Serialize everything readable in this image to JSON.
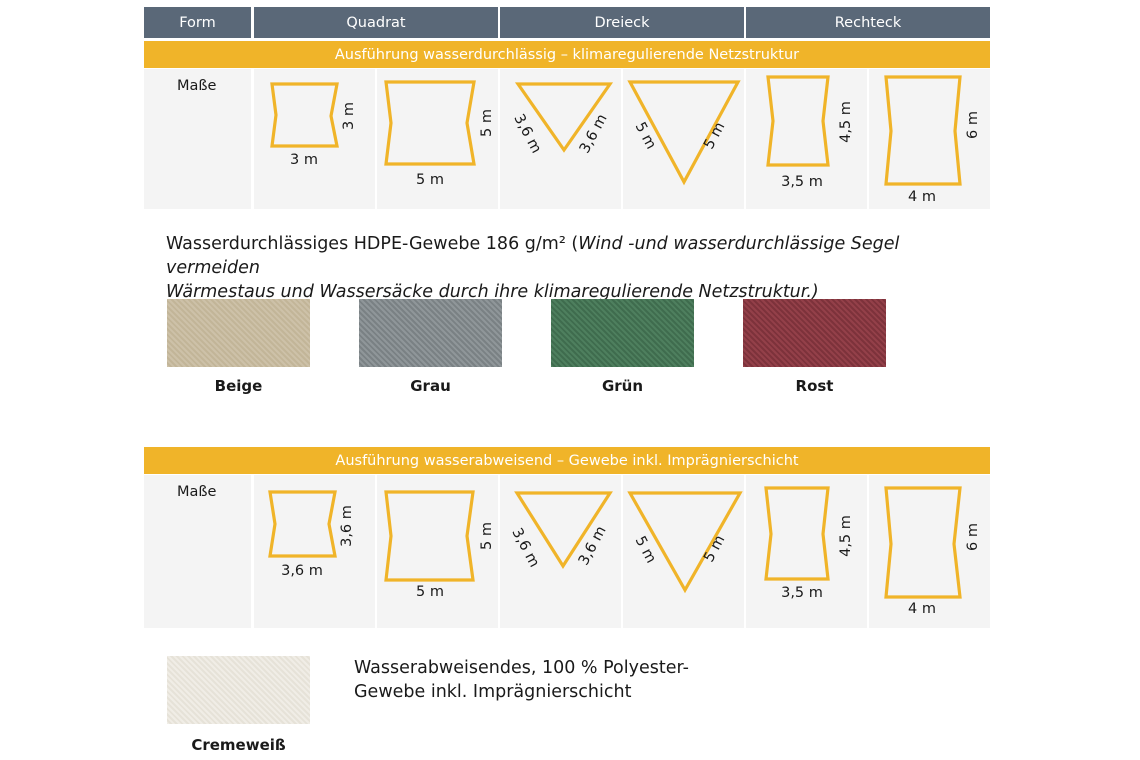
{
  "header": {
    "form": "Form",
    "quadrat": "Quadrat",
    "dreieck": "Dreieck",
    "rechteck": "Rechteck"
  },
  "section1": {
    "band": "Ausführung wasserdurchlässig – klimaregulierende Netzstruktur",
    "masse": "Maße",
    "dims": {
      "q1_side": "3 m",
      "q1_bottom": "3 m",
      "q2_side": "5 m",
      "q2_bottom": "5 m",
      "d1_left": "3,6 m",
      "d1_right": "3,6 m",
      "d2_left": "5 m",
      "d2_right": "5 m",
      "r1_side": "4,5 m",
      "r1_bottom": "3,5 m",
      "r2_side": "6 m",
      "r2_bottom": "4 m"
    },
    "description_normal": "Wasserdurchlässiges HDPE-Gewebe 186 g/m² (",
    "description_italic": "Wind -und wasserdurchlässige Segel vermeiden",
    "description_line2": "Wärmestaus und Wassersäcke durch ihre klimaregulierende Netzstruktur.)",
    "swatches": [
      {
        "label": "Beige",
        "color": "#cbbfa6"
      },
      {
        "label": "Grau",
        "color": "#8b9295"
      },
      {
        "label": "Grün",
        "color": "#4a7a5a"
      },
      {
        "label": "Rost",
        "color": "#8e3a44"
      }
    ]
  },
  "section2": {
    "band": "Ausführung wasserabweisend – Gewebe inkl. Imprägnierschicht",
    "masse": "Maße",
    "dims": {
      "q1_side": "3,6 m",
      "q1_bottom": "3,6 m",
      "q2_side": "5 m",
      "q2_bottom": "5 m",
      "d1_left": "3,6 m",
      "d1_right": "3,6 m",
      "d2_left": "5 m",
      "d2_right": "5 m",
      "r1_side": "4,5 m",
      "r1_bottom": "3,5 m",
      "r2_side": "6 m",
      "r2_bottom": "4 m"
    },
    "description_line1": "Wasserabweisendes, 100 % Polyester-",
    "description_line2": "Gewebe inkl. Imprägnierschicht",
    "swatch": {
      "label": "Cremeweiß",
      "color": "#eeebe3"
    }
  }
}
